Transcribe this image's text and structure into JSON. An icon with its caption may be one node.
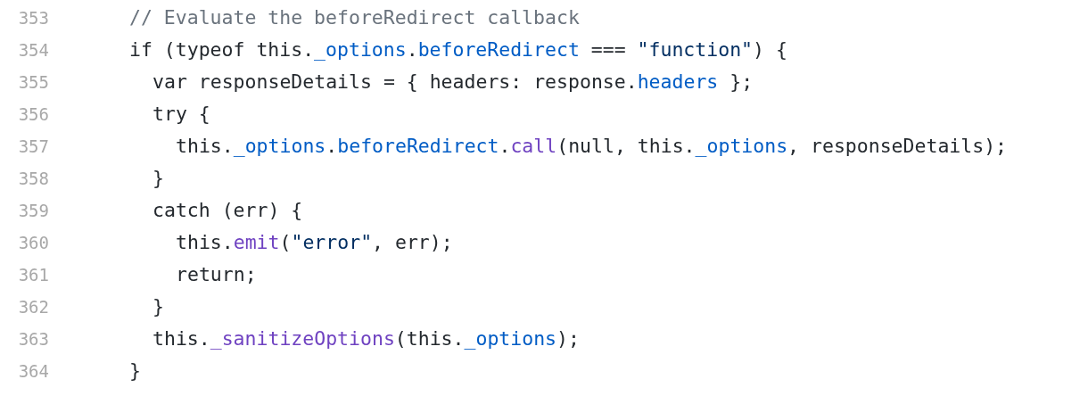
{
  "diagram": {
    "labels": [
      "353",
      "// Evaluate the beforeRedirect callback",
      "354",
      "if (typeof this._options.beforeRedirect === \"function\") {",
      "355",
      "var responseDetails = { headers: response.headers };",
      "356",
      "try {",
      "357",
      "this._options.beforeRedirect.call(null, this._options, responseDetails);",
      "358",
      "}",
      "359",
      "catch (err) {",
      "360",
      "this.emit(\"error\", err);",
      "361",
      "return;",
      "362",
      "}",
      "363",
      "this._sanitizeOptions(this._options);",
      "364",
      "}"
    ]
  }
}
